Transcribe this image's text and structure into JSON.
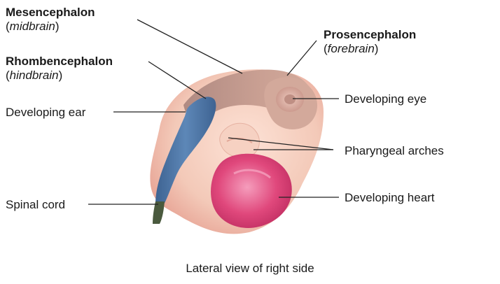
{
  "labels": {
    "mesencephalon": {
      "name": "Mesencephalon",
      "open": "(",
      "common": "midbrain",
      "close": ")"
    },
    "prosencephalon": {
      "name": "Prosencephalon",
      "open": "(",
      "common": "forebrain",
      "close": ")"
    },
    "rhombencephalon": {
      "name": "Rhombencephalon",
      "open": "(",
      "common": "hindbrain",
      "close": ")"
    },
    "developing_ear": "Developing ear",
    "developing_eye": "Developing eye",
    "pharyngeal_arches": "Pharyngeal arches",
    "spinal_cord": "Spinal cord",
    "developing_heart": "Developing heart"
  },
  "caption": "Lateral view of right side",
  "colors": {
    "body": "#f3c9b8",
    "brain": "#c79a8a",
    "hindbrain_tube": "#4f78a8",
    "spinal_tip": "#4a5a3e",
    "heart": "#e0487c",
    "eye": "#d8aea2",
    "leader_line": "#222222"
  }
}
